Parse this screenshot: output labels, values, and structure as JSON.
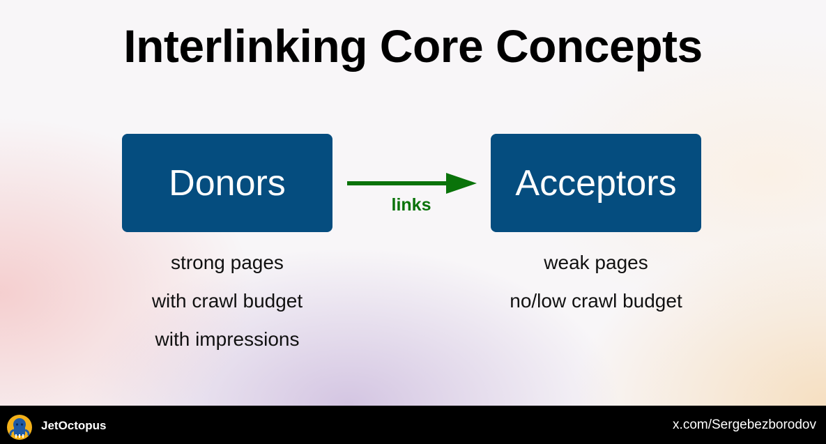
{
  "slide": {
    "title": "Interlinking Core Concepts"
  },
  "diagram": {
    "source": {
      "label": "Donors",
      "attributes": [
        "strong pages",
        "with crawl budget",
        "with impressions"
      ]
    },
    "target": {
      "label": "Acceptors",
      "attributes": [
        "weak pages",
        "no/low crawl budget"
      ]
    },
    "edge": {
      "label": "links",
      "color": "#0a730a"
    },
    "box_color": "#054d7f"
  },
  "footer": {
    "brand": "JetOctopus",
    "logo_icon": "octopus-logo-icon",
    "handle": "x.com/Sergebezborodov"
  }
}
